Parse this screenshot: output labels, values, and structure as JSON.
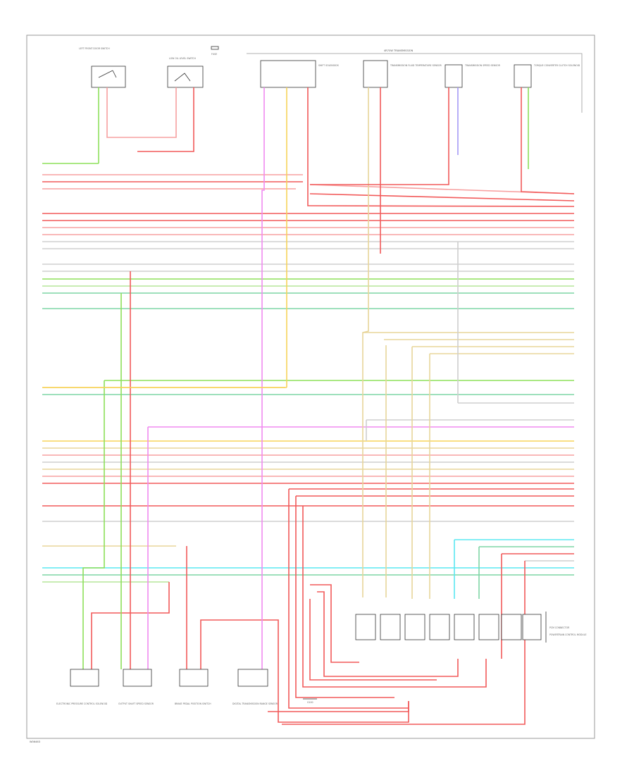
{
  "diagram": {
    "footer_id": "W06463",
    "top_bus_label": "4R70W TRANSMISSION",
    "ground_label": "G100",
    "colors": {
      "red": "#f25a5a",
      "pink": "#f7a0a0",
      "green": "#8de05a",
      "lightgreen": "#b6e69a",
      "yellow": "#f7d35a",
      "tan": "#e8d59a",
      "magenta": "#f08af0",
      "cyan": "#5ae8f2",
      "violet": "#a59af7",
      "gray": "#cfcfcf",
      "seagreen": "#7fd6a6"
    },
    "components": {
      "lh_switch": "LEFT FRONT DOOR SWITCH",
      "ash_switch": "LOW OIL LEVEL SWITCH",
      "fuse": "FUSE",
      "shift_solenoids": "SHIFT SOLENOIDS",
      "trans_temp": "TRANSMISSION FLUID TEMPERATURE SENSOR",
      "speed_sensor": "TRANSMISSION SPEED SENSOR",
      "tcc_solenoid": "TORQUE CONVERTER CLUTCH SOLENOID",
      "pcm": "POWERTRAIN CONTROL MODULE",
      "bottom_1": "ELECTRONIC PRESSURE CONTROL SOLENOID",
      "bottom_2": "OUTPUT SHAFT SPEED SENSOR",
      "bottom_3": "BRAKE PEDAL POSITION SWITCH",
      "bottom_4": "DIGITAL TRANSMISSION RANGE SENSOR",
      "connector_note": "PCM CONNECTOR"
    }
  }
}
